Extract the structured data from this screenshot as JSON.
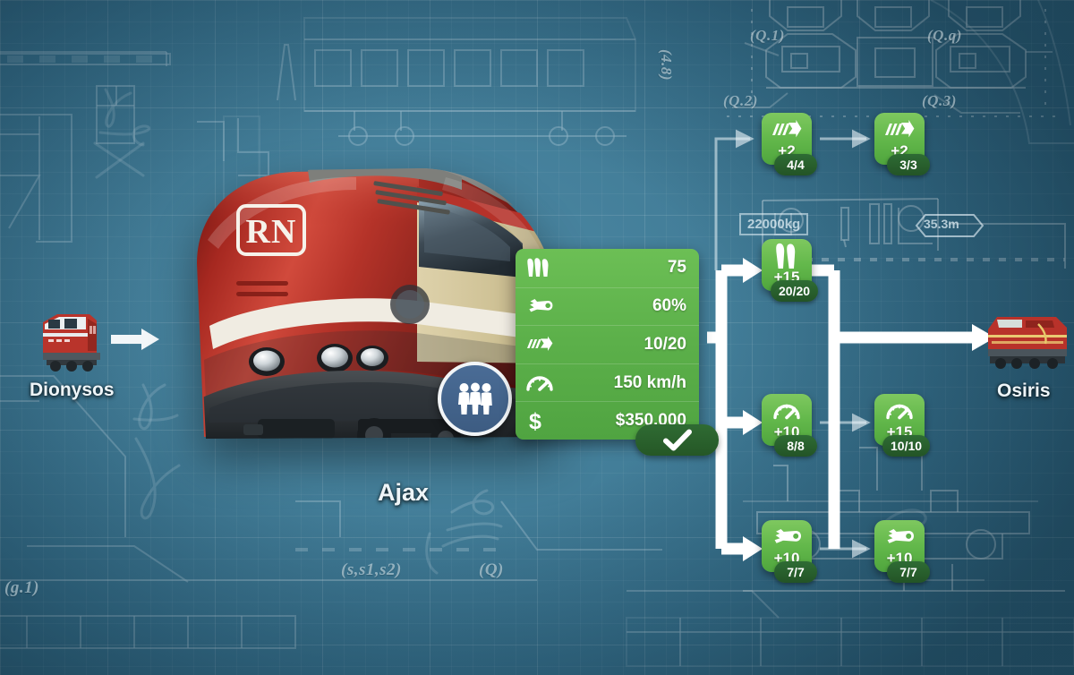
{
  "screen": {
    "title": "Train Upgrade Blueprint Screen",
    "background_color": "#3f7b96"
  },
  "route": {
    "origin": {
      "label": "Dionysos",
      "icon": "locomotive-icon"
    },
    "destination": {
      "label": "Osiris",
      "icon": "locomotive-icon"
    },
    "selected_train": {
      "label": "Ajax",
      "logo": "RN"
    }
  },
  "passenger_badge": {
    "icon": "passengers-icon",
    "color": "#3d5c82"
  },
  "stats_panel": {
    "accent_color": "#5cb04a",
    "rows": [
      {
        "icon": "passengers-icon",
        "value": "75"
      },
      {
        "icon": "wrench-icon",
        "value": "60%"
      },
      {
        "icon": "acceleration-icon",
        "value": "10/20"
      },
      {
        "icon": "speedometer-icon",
        "value": "150 km/h"
      },
      {
        "icon": "dollar-icon",
        "value": "$350.000"
      }
    ],
    "confirm": {
      "icon": "checkmark-icon",
      "label": ""
    }
  },
  "upgrade_tree": {
    "node_color": "#63b84b",
    "badge_color": "#2e6c34",
    "nodes": [
      {
        "id": "accel-1",
        "icon": "acceleration-icon",
        "amount": "+2",
        "badge": "4/4",
        "column": 1,
        "row": 1
      },
      {
        "id": "accel-2",
        "icon": "acceleration-icon",
        "amount": "+2",
        "badge": "3/3",
        "column": 2,
        "row": 1
      },
      {
        "id": "passengers-1",
        "icon": "passengers-icon",
        "amount": "+15",
        "badge": "20/20",
        "column": 1,
        "row": 2
      },
      {
        "id": "speed-1",
        "icon": "speedometer-icon",
        "amount": "+10",
        "badge": "8/8",
        "column": 1,
        "row": 3
      },
      {
        "id": "speed-2",
        "icon": "speedometer-icon",
        "amount": "+15",
        "badge": "10/10",
        "column": 2,
        "row": 3
      },
      {
        "id": "wrench-1",
        "icon": "wrench-icon",
        "amount": "+10",
        "badge": "7/7",
        "column": 1,
        "row": 4
      },
      {
        "id": "wrench-2",
        "icon": "wrench-icon",
        "amount": "+10",
        "badge": "7/7",
        "column": 2,
        "row": 4
      }
    ]
  },
  "blueprint_annotations": [
    {
      "text": "22000kg",
      "kind": "tag"
    },
    {
      "text": "35.3m",
      "kind": "hex"
    },
    {
      "text": "(Q.1)",
      "kind": "text"
    },
    {
      "text": "(Q.2)",
      "kind": "text"
    },
    {
      "text": "(Q.3)",
      "kind": "text"
    },
    {
      "text": "(Q.q)",
      "kind": "text"
    },
    {
      "text": "(4.8)",
      "kind": "text"
    },
    {
      "text": "(s,s1,s2)",
      "kind": "text"
    },
    {
      "text": "(Q)",
      "kind": "text"
    },
    {
      "text": "(g.1)",
      "kind": "text"
    }
  ]
}
